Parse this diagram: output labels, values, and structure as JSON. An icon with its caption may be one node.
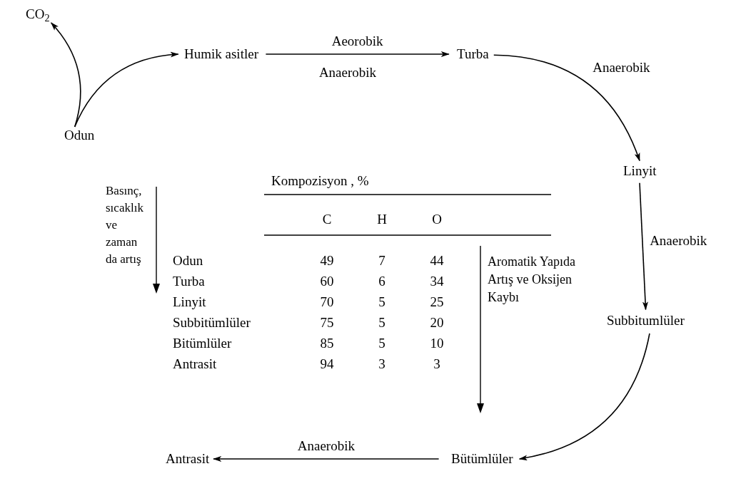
{
  "diagram": {
    "nodes": [
      {
        "text": [
          "CO$_{2}$"
        ]
      },
      {
        "text": [
          "Odun"
        ]
      },
      {
        "text": [
          "Humik asitler"
        ]
      },
      {
        "text": [
          "Turba"
        ]
      },
      {
        "text": [
          "Linyit"
        ]
      },
      {
        "text": [
          "Subbitumlüler"
        ]
      },
      {
        "text": [
          "Bütümlüler"
        ]
      },
      {
        "text": [
          "Antrasit"
        ]
      }
    ],
    "edges": [
      {
        "from": 1,
        "to": 0,
        "arrow": "to"
      },
      {
        "from": 1,
        "to": 2,
        "arrow": "to"
      },
      {
        "from": 2,
        "to": 3,
        "arrow": "to",
        "label": "Aeorobik"
      },
      {
        "from": 3,
        "to": 4,
        "arrow": "to",
        "label": "Anaerobik"
      },
      {
        "from": 4,
        "to": 5,
        "arrow": "to",
        "label": "Anaerobik"
      },
      {
        "from": 5,
        "to": 6,
        "arrow": "to"
      },
      {
        "from": 6,
        "to": 7,
        "arrow": "to",
        "label": "Anaerobik"
      }
    ],
    "labels": [
      "Anaerobik",
      "Kompozisyon , %",
      "C",
      "H",
      "O",
      "Basınç, sıcaklık ve zaman da artış",
      "Odun",
      "49",
      "7",
      "44",
      "Turba",
      "60",
      "6",
      "34",
      "Linyit",
      "70",
      "5",
      "25",
      "Subbitümlüler",
      "75",
      "5",
      "20",
      "Bitümlüler",
      "85",
      "5",
      "10",
      "Antrasit",
      "94",
      "3",
      "3",
      "Aromatik Yapıda Artış ve Oksijen Kaybı"
    ]
  }
}
